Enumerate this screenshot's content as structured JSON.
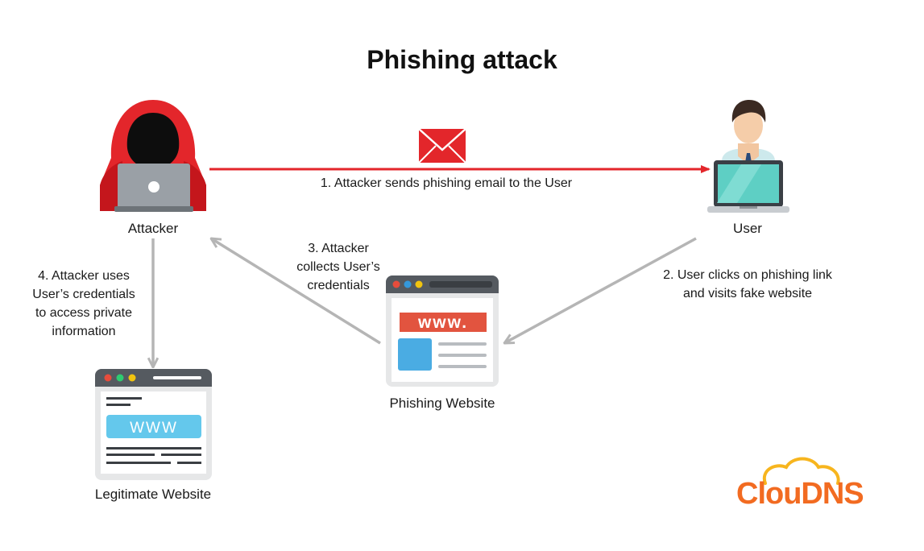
{
  "title": "Phishing attack",
  "nodes": {
    "attacker": "Attacker",
    "user": "User",
    "phishing_website": "Phishing Website",
    "legitimate_website": "Legitimate Website"
  },
  "steps": {
    "step1": "1. Attacker sends phishing email to the User",
    "step2": [
      "2. User clicks on phishing link",
      "and visits fake website"
    ],
    "step3": [
      "3. Attacker",
      "collects User’s",
      "credentials"
    ],
    "step4": [
      "4. Attacker uses",
      "User’s credentials",
      "to access private",
      "information"
    ]
  },
  "icons": {
    "phishing_site_url": "www.",
    "legit_site_url": "WWW"
  },
  "brand": "ClouDNS",
  "colors": {
    "arrow_red": "#e3262b",
    "arrow_gray": "#b5b5b5",
    "brand_orange": "#f26b21",
    "cloud_yellow": "#f7b51e"
  }
}
